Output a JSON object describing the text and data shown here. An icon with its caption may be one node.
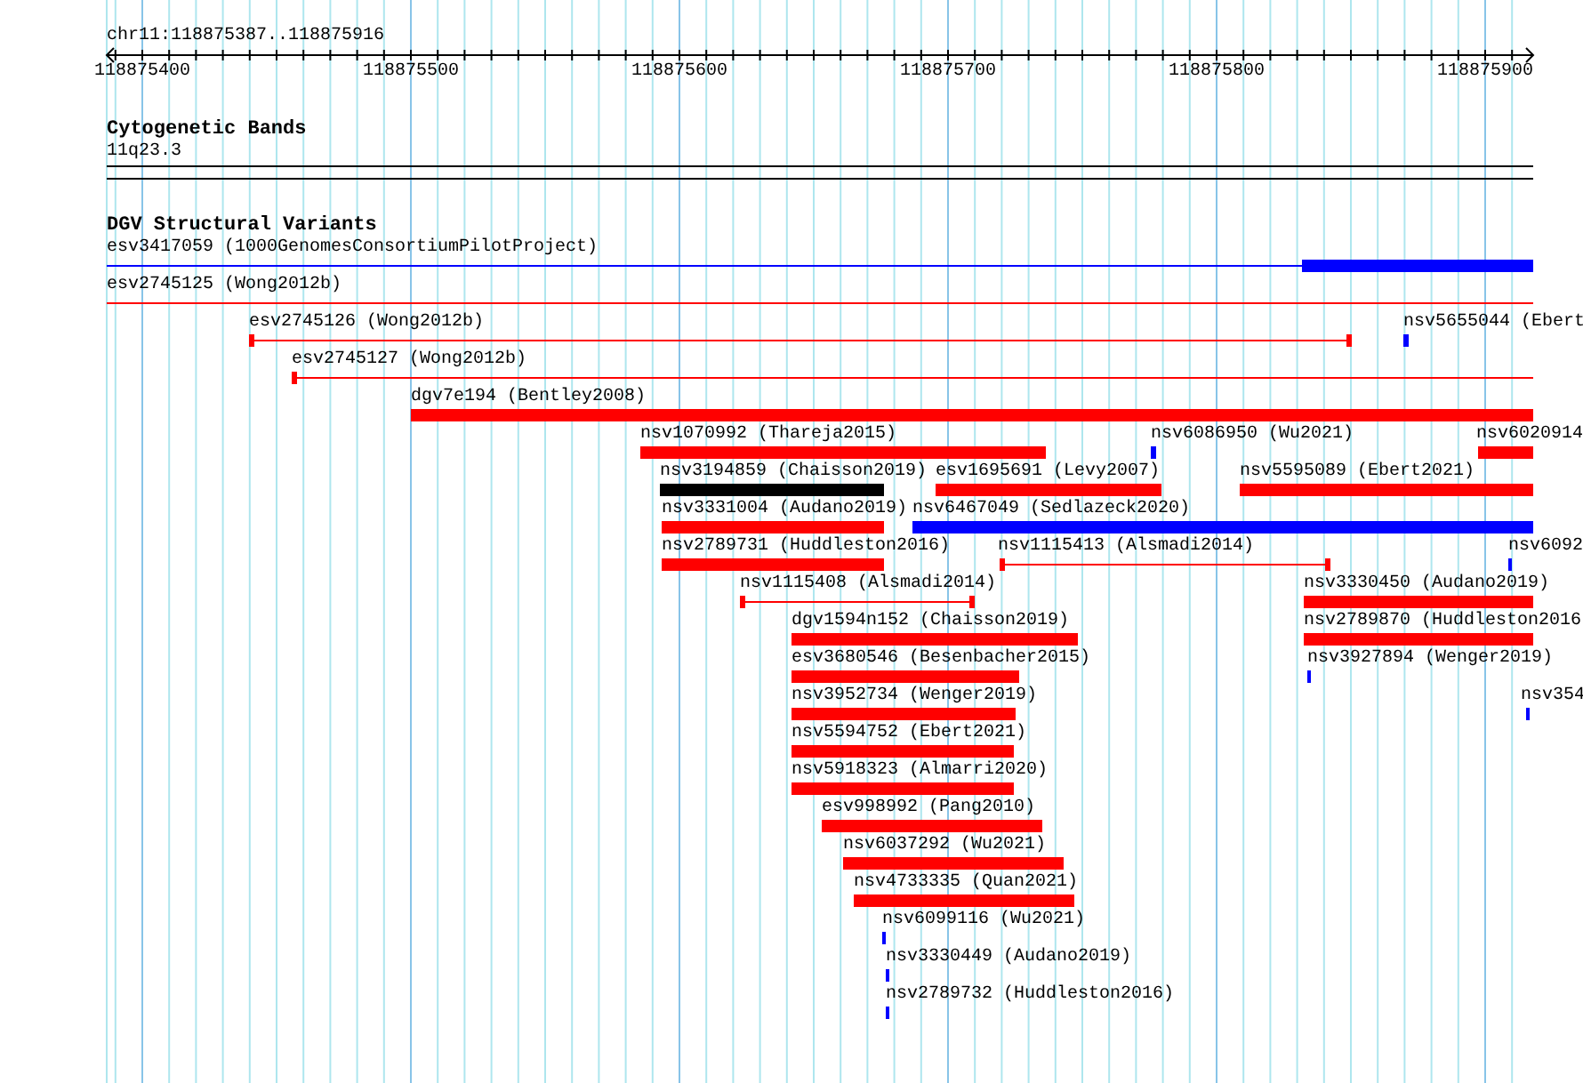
{
  "diagram": {
    "nodes": [
      {
        "text": [
          "esv3417059 (1000GenomesConsortiumPilotProject)"
        ]
      },
      {
        "text": [
          "esv2745125 (Wong2012b)"
        ]
      },
      {
        "text": [
          "esv2745126 (Wong2012b)"
        ]
      },
      {
        "text": [
          "nsv5655044 (Ebert"
        ]
      },
      {
        "text": [
          "esv2745127 (Wong2012b)"
        ]
      },
      {
        "text": [
          "dgv7e194 (Bentley2008)"
        ]
      },
      {
        "text": [
          "nsv1070992 (Thareja2015)"
        ]
      },
      {
        "text": [
          "nsv6086950 (Wu2021)"
        ]
      },
      {
        "text": [
          "nsv6020914"
        ]
      },
      {
        "text": [
          "nsv3194859 (Chaisson2019)"
        ]
      },
      {
        "text": [
          "esv1695691 (Levy2007)"
        ]
      },
      {
        "text": [
          "nsv5595089 (Ebert2021)"
        ]
      },
      {
        "text": [
          "nsv3331004 (Audano2019)"
        ]
      },
      {
        "text": [
          "nsv6467049 (Sedlazeck2020)"
        ]
      },
      {
        "text": [
          "nsv2789731 (Huddleston2016)"
        ]
      },
      {
        "text": [
          "nsv1115413 (Alsmadi2014)"
        ]
      },
      {
        "text": [
          "nsv6092"
        ]
      },
      {
        "text": [
          "nsv1115408 (Alsmadi2014)"
        ]
      },
      {
        "text": [
          "nsv3330450 (Audano2019)"
        ]
      },
      {
        "text": [
          "dgv1594n152 (Chaisson2019)"
        ]
      },
      {
        "text": [
          "nsv2789870 (Huddleston2016"
        ]
      },
      {
        "text": [
          "esv3680546 (Besenbacher2015)"
        ]
      },
      {
        "text": [
          "nsv3927894 (Wenger2019)"
        ]
      },
      {
        "text": [
          "nsv3952734 (Wenger2019)"
        ]
      },
      {
        "text": [
          "nsv354"
        ]
      },
      {
        "text": [
          "nsv5594752 (Ebert2021)"
        ]
      },
      {
        "text": [
          "nsv5918323 (Almarri2020)"
        ]
      },
      {
        "text": [
          "esv998992 (Pang2010)"
        ]
      },
      {
        "text": [
          "nsv6037292 (Wu2021)"
        ]
      },
      {
        "text": [
          "nsv4733335 (Quan2021)"
        ]
      },
      {
        "text": [
          "nsv6099116 (Wu2021)"
        ]
      },
      {
        "text": [
          "nsv3330449 (Audano2019)"
        ]
      },
      {
        "text": [
          "nsv2789732 (Huddleston2016)"
        ]
      }
    ],
    "labels": [
      "chr11:118875387..118875916",
      "118875400",
      "118875500",
      "118875600",
      "118875700",
      "118875800",
      "118875900",
      "Cytogenetic Bands",
      "11q23.3",
      "DGV Structural Variants"
    ]
  }
}
